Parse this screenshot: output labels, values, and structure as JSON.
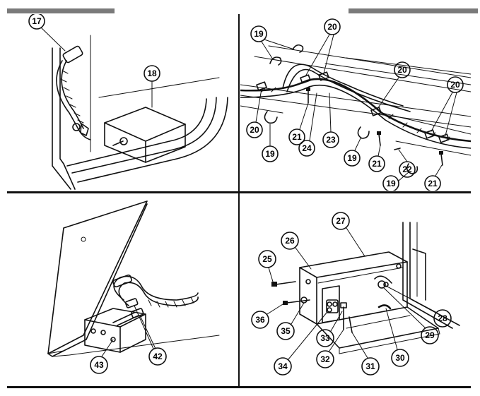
{
  "panels": [
    {
      "callouts": [
        "17",
        "18"
      ]
    },
    {
      "callouts": [
        "19",
        "19",
        "19",
        "19",
        "20",
        "20",
        "20",
        "20",
        "21",
        "21",
        "21",
        "22",
        "23",
        "24"
      ]
    },
    {
      "callouts": [
        "42",
        "43"
      ]
    },
    {
      "callouts": [
        "25",
        "26",
        "27",
        "28",
        "29",
        "30",
        "31",
        "32",
        "33",
        "34",
        "35",
        "36"
      ]
    }
  ],
  "colors": {
    "ink": "#111111",
    "header_bar": "#7a7a7a",
    "background": "#ffffff"
  }
}
